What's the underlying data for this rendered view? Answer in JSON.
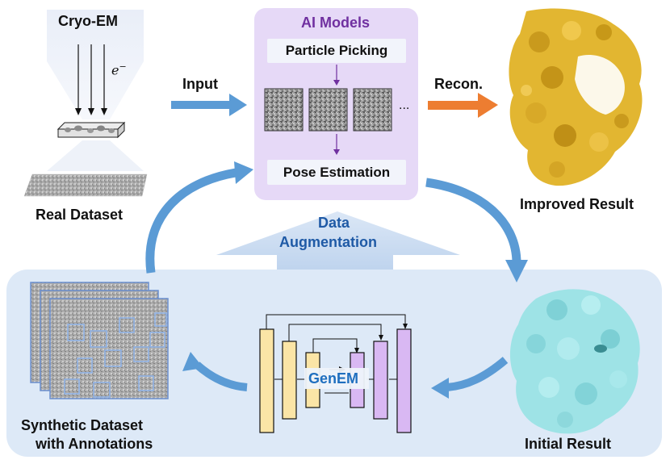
{
  "cryo_em": {
    "title": "Cryo-EM",
    "electron": "e",
    "electron_sup": "−"
  },
  "real_dataset": "Real Dataset",
  "input_label": "Input",
  "ai_models": {
    "title": "AI Models",
    "particle_picking": "Particle Picking",
    "ellipsis": "...",
    "pose_estimation": "Pose Estimation"
  },
  "recon_label": "Recon.",
  "improved_result": "Improved Result",
  "data_augmentation": {
    "line1": "Data",
    "line2": "Augmentation"
  },
  "genem": "GenEM",
  "synthetic_dataset": {
    "line1": "Synthetic Dataset",
    "line2": "with Annotations"
  },
  "initial_result": "Initial Result",
  "colors": {
    "flow_arrow": "#5b9bd5",
    "recon_arrow": "#ed7d31",
    "ai_panel": "#e6d9f7",
    "ai_title": "#7030a0",
    "bottom_panel": "#dde9f7",
    "encoder": "#fbe5a6",
    "decoder": "#d9b8f3",
    "improved_map": "#e2b631",
    "initial_map": "#9ee3e6",
    "genem_text": "#1f6fbf"
  }
}
